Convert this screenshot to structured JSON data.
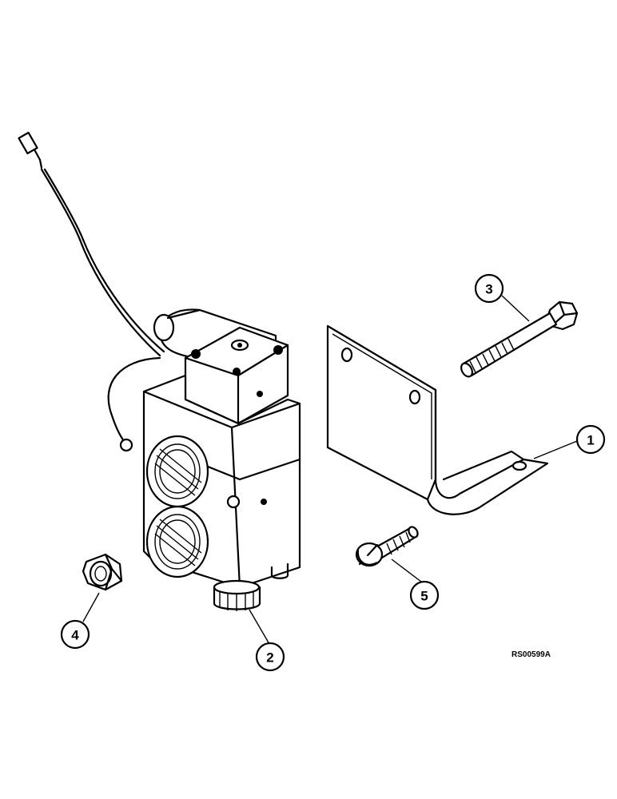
{
  "callouts": [
    {
      "id": "1",
      "part": "bracket"
    },
    {
      "id": "2",
      "part": "valve"
    },
    {
      "id": "3",
      "part": "bolt"
    },
    {
      "id": "4",
      "part": "nut"
    },
    {
      "id": "5",
      "part": "screw"
    }
  ],
  "figure_code": "RS00599A"
}
